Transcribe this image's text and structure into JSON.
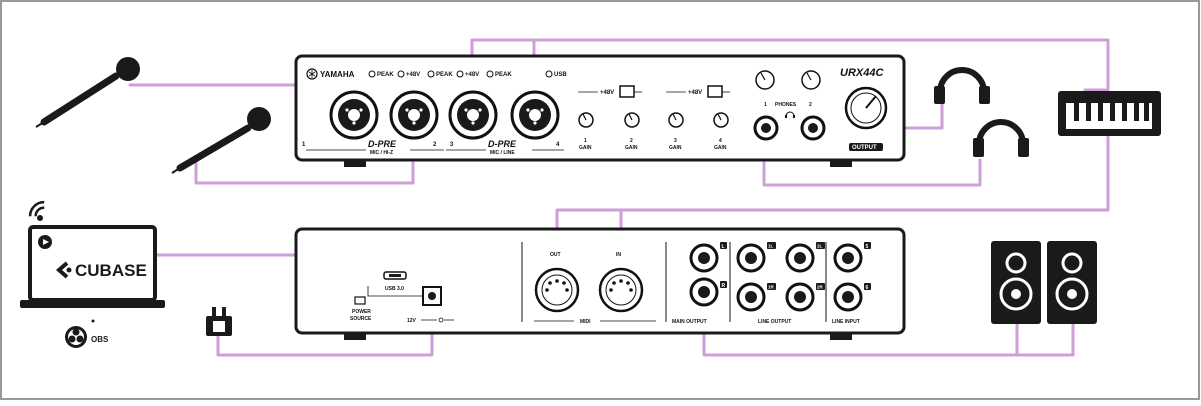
{
  "colors": {
    "cable": "#cf9fd8",
    "device": "#1a1a1a",
    "frame": "#9a9a9a"
  },
  "front_panel": {
    "brand": "YAMAHA",
    "model": "URX44C",
    "top_labels": [
      "PEAK",
      "+48V",
      "PEAK",
      "+48V",
      "PEAK",
      "USB"
    ],
    "dpre_left": "D-PRE",
    "dpre_left_sub": "MIC / HI-Z",
    "dpre_right": "D-PRE",
    "dpre_right_sub": "MIC / LINE",
    "channel_numbers": [
      "1",
      "2",
      "3",
      "4"
    ],
    "phantom_label": "+48V",
    "gain_labels": [
      "1\nGAIN",
      "2\nGAIN",
      "3\nGAIN",
      "4\nGAIN"
    ],
    "gain_nums": [
      "1",
      "2",
      "3",
      "4"
    ],
    "gain_word": "GAIN",
    "phones_label": "PHONES",
    "phones_1": "1",
    "phones_2": "2",
    "output_label": "OUTPUT"
  },
  "rear_panel": {
    "usb_label": "USB 3.0",
    "power_source_line1": "POWER",
    "power_source_line2": "SOURCE",
    "dc_label": "12V",
    "midi_out": "OUT",
    "midi_in": "IN",
    "midi_label": "MIDI",
    "main_output_label": "MAIN OUTPUT",
    "line_output_label": "LINE OUTPUT",
    "line_input_label": "LINE INPUT",
    "main_l": "L",
    "main_r": "R",
    "line_out_tags": [
      "1L",
      "2L",
      "1R",
      "2R"
    ],
    "line_in_tags": [
      "5",
      "6"
    ]
  },
  "computer": {
    "app_name": "CUBASE",
    "obs_label": "OBS"
  },
  "icons": {
    "microphone_1": "microphone-icon",
    "microphone_2": "microphone-icon",
    "headphones_1": "headphones-icon",
    "headphones_2": "headphones-icon",
    "keyboard": "midi-keyboard-icon",
    "speakers": "speaker-icon",
    "power_adapter": "power-plug-icon",
    "wifi": "wireless-icon",
    "play": "play-icon",
    "obs_logo": "obs-logo-icon",
    "yamaha_logo": "yamaha-logo-icon"
  }
}
